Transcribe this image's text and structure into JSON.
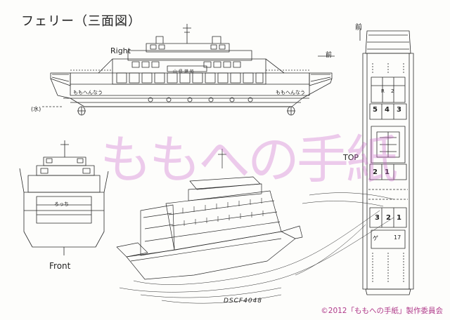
{
  "drawing": {
    "title": "フェリー（三面図）",
    "labels": {
      "right": "Right",
      "front": "Front",
      "top": "TOP",
      "mae_side": "前",
      "mae_top": "前",
      "waterline": "(水)",
      "photo_id": "DSCF4048",
      "front_mark": "ろっち"
    },
    "hull_texts": [
      "ももへんなう",
      "ももへんなう",
      "山 県 港 船"
    ],
    "deck_numbers": [
      "5",
      "4",
      "3",
      "2",
      "1",
      "3",
      "2",
      "1"
    ],
    "deck_marks": [
      "ゲ",
      "17",
      "R",
      "2"
    ]
  },
  "watermark": "ももへの手紙",
  "copyright": "©2012「ももへの手紙」製作委員会",
  "colors": {
    "line": "#2a2a2a",
    "watermark": "#cc66cc",
    "copyright": "#b03a8a",
    "paper": "#fdfdfb"
  }
}
